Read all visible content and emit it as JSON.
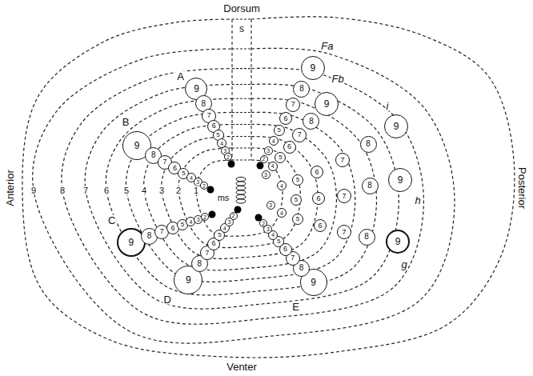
{
  "diagram": {
    "nodes": [
      {
        "text": [
          "2"
        ]
      },
      {
        "text": [
          "3"
        ]
      },
      {
        "text": [
          "4"
        ]
      },
      {
        "text": [
          "5"
        ]
      },
      {
        "text": [
          "6"
        ]
      },
      {
        "text": [
          "7"
        ]
      },
      {
        "text": [
          "8"
        ]
      },
      {
        "text": [
          "9"
        ]
      },
      {
        "text": [
          "2"
        ]
      },
      {
        "text": [
          "3"
        ]
      },
      {
        "text": [
          "4"
        ]
      },
      {
        "text": [
          "5"
        ]
      },
      {
        "text": [
          "6"
        ]
      },
      {
        "text": [
          "7"
        ]
      },
      {
        "text": [
          "8"
        ]
      },
      {
        "text": [
          "9"
        ]
      },
      {
        "text": [
          "2"
        ]
      },
      {
        "text": [
          "3"
        ]
      },
      {
        "text": [
          "4"
        ]
      },
      {
        "text": [
          "5"
        ]
      },
      {
        "text": [
          "6"
        ]
      },
      {
        "text": [
          "7"
        ]
      },
      {
        "text": [
          "8"
        ]
      },
      {
        "text": [
          "9"
        ]
      },
      {
        "text": [
          "2"
        ]
      },
      {
        "text": [
          "3"
        ]
      },
      {
        "text": [
          "4"
        ]
      },
      {
        "text": [
          "5"
        ]
      },
      {
        "text": [
          "6"
        ]
      },
      {
        "text": [
          "7"
        ]
      },
      {
        "text": [
          "8"
        ]
      },
      {
        "text": [
          "9"
        ]
      },
      {
        "text": [
          "2"
        ]
      },
      {
        "text": [
          "3"
        ]
      },
      {
        "text": [
          "4"
        ]
      },
      {
        "text": [
          "5"
        ]
      },
      {
        "text": [
          "6"
        ]
      },
      {
        "text": [
          "7"
        ]
      },
      {
        "text": [
          "8"
        ]
      },
      {
        "text": [
          "9"
        ]
      },
      {
        "text": [
          "2"
        ]
      },
      {
        "text": [
          "3"
        ]
      },
      {
        "text": [
          "4"
        ]
      },
      {
        "text": [
          "5"
        ]
      },
      {
        "text": [
          "6"
        ]
      },
      {
        "text": [
          "7"
        ]
      },
      {
        "text": [
          "8"
        ]
      },
      {
        "text": [
          "9"
        ]
      },
      {
        "text": [
          "3"
        ]
      },
      {
        "text": [
          "4"
        ]
      },
      {
        "text": [
          "5"
        ]
      },
      {
        "text": [
          "6"
        ]
      },
      {
        "text": [
          "7"
        ]
      },
      {
        "text": [
          "8"
        ]
      },
      {
        "text": [
          "9"
        ]
      },
      {
        "text": [
          "4"
        ]
      },
      {
        "text": [
          "5"
        ]
      },
      {
        "text": [
          "6"
        ]
      },
      {
        "text": [
          "7"
        ]
      },
      {
        "text": [
          "8"
        ]
      },
      {
        "text": [
          "9"
        ]
      },
      {
        "text": [
          "5"
        ]
      },
      {
        "text": [
          "6"
        ]
      },
      {
        "text": [
          "7"
        ]
      },
      {
        "text": [
          "8"
        ]
      },
      {
        "text": [
          "9"
        ]
      },
      {
        "text": [
          "3"
        ]
      },
      {
        "text": [
          "4"
        ]
      },
      {
        "text": [
          "5"
        ]
      },
      {
        "text": [
          "6"
        ]
      },
      {
        "text": [
          "7"
        ]
      },
      {
        "text": [
          "8"
        ]
      },
      {
        "text": [
          "9"
        ]
      }
    ],
    "labels": [
      "Dorsum",
      "s",
      "Fa",
      "A",
      "Fb",
      "B",
      "i",
      "Anterior",
      "9",
      "8",
      "7",
      "6",
      "5",
      "4",
      "3",
      "2",
      "1",
      "ms",
      "Posterior",
      "h",
      "C",
      "g",
      "D",
      "E",
      "Venter"
    ]
  }
}
